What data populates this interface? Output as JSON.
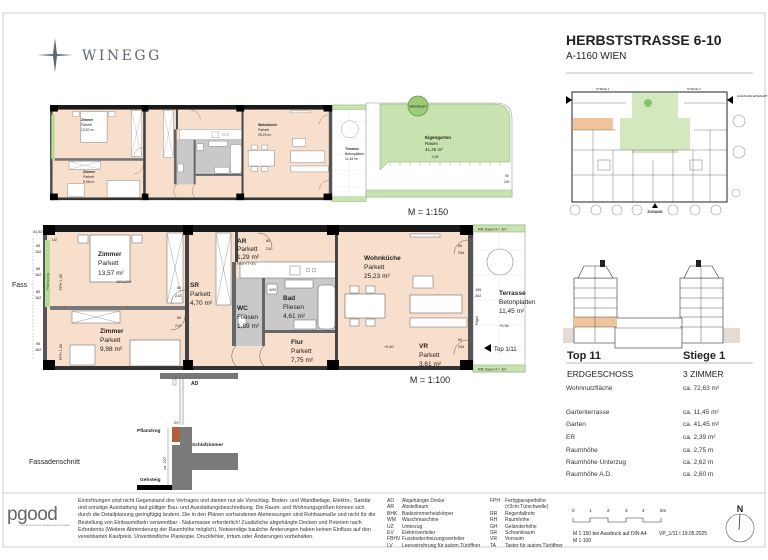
{
  "brand": {
    "name": "WINEGG"
  },
  "header": {
    "street": "HERBSTSTRASSE 6-10",
    "city": "A-1160 WIEN"
  },
  "plan_small": {
    "scale_label": "M = 1:150",
    "garden": {
      "title": "Eigengarten",
      "material": "Rasen",
      "area": "41,45 m²",
      "level": "-0,00"
    },
    "tree_label": "Eibe/Baum",
    "door_dims": [
      "90",
      "100"
    ]
  },
  "plan_large": {
    "scale_label": "M = 1:100",
    "rooms": {
      "zimmer1": {
        "name": "Zimmer",
        "material": "Parkett",
        "area": "13,57 m²",
        "bed": "180x200"
      },
      "zimmer2": {
        "name": "Zimmer",
        "material": "Parkett",
        "area": "9,98 m²"
      },
      "sr": {
        "name": "SR",
        "material": "Parkett",
        "area": "4,70 m²"
      },
      "ar": {
        "name": "AR",
        "material": "Parkett",
        "area": "1,29 m²",
        "note": "FBH+IT+EV"
      },
      "wc": {
        "name": "WC",
        "material": "Fliesen",
        "area": "1,89 m²"
      },
      "bad": {
        "name": "Bad",
        "material": "Fliesen",
        "area": "4,61 m²"
      },
      "flur": {
        "name": "Flur",
        "material": "Parkett",
        "area": "7,75 m²"
      },
      "wohnkueche": {
        "name": "Wohnküche",
        "material": "Parkett",
        "area": "25,23 m²"
      },
      "vr": {
        "name": "VR",
        "material": "Parkett",
        "area": "3,61 m²"
      },
      "terrasse": {
        "name": "Terrasse",
        "material": "Betonplatten",
        "area": "11,45 m²"
      }
    },
    "levels": {
      "inside": "+0,40",
      "terrace": "+0,38"
    },
    "fence_label": "RR  Zaun H = 1m",
    "top_marker": "Top 1/11",
    "facade_label": "Fass",
    "planting_label": "Pflanzung",
    "fph_label": "FPH 1,00",
    "rigol_label": "Rigol",
    "uz_label": "UZ",
    "wm_label": "WM",
    "bhk_label": "BHK",
    "dims": {
      "corner": "51,52",
      "left": [
        [
          "85",
          "162"
        ],
        [
          "85",
          "162"
        ],
        [
          "85",
          "162"
        ],
        [
          "95",
          "162"
        ]
      ],
      "doors": [
        [
          "80",
          "210"
        ],
        [
          "80",
          "210"
        ],
        [
          "80",
          "210"
        ],
        [
          "80",
          "210"
        ],
        [
          "80",
          "210"
        ],
        [
          "80",
          "254"
        ],
        [
          "90",
          "254"
        ],
        [
          "80",
          "210"
        ]
      ],
      "terrace_door": [
        "195",
        "262"
      ]
    }
  },
  "facade_section": {
    "title": "Fassadenschnitt",
    "labels": {
      "ad": "AD",
      "planter": "Pflanztrog",
      "bedroom": "Schlafzimmer",
      "sidewalk": "Gehsteig",
      "height": "ca. 227",
      "width": "29"
    }
  },
  "site_plan": {
    "stair1": "STIEGE 1",
    "stair2": "STIEGE 2",
    "garage": "GARAGEN EINFAHRT",
    "entrance": "ZUGANG"
  },
  "unit_info": {
    "top": "Top  11",
    "stair": "Stiege 1",
    "floor": "ERDGESCHOSS",
    "rooms": "3 ZIMMER",
    "rows": [
      {
        "label": "Wohnnutzfläche",
        "value": "ca. 72,63 m²"
      },
      {
        "label": "Gartenterrasse",
        "value": "ca.  11,45 m²"
      },
      {
        "label": "Garten",
        "value": "ca.  41,45 m²"
      },
      {
        "label": "ER",
        "value": "ca.    2,39 m²"
      },
      {
        "label": "Raumhöhe",
        "value": "ca.    2,75 m"
      },
      {
        "label": "Raumhöhe Unterzug",
        "value": "ca.    2,62 m"
      },
      {
        "label": "Raumhöhe A.D.",
        "value": "ca.    2,60 m"
      }
    ],
    "highlight_color": "#f2c49b"
  },
  "footer": {
    "logo": "pgood",
    "logo_sub": "PROJEKTENTWICKLUNG ARCHITEKTUR GMBH",
    "disclaimer": "Einrichtungen sind nicht Gegenstand des Vertrages und dienen nur als Vorschlag. Boden- und Wandbeläge, Elektro-, Sanitär und sonstige Ausstattung laut gültiger Bau- und Ausstattungsbeschreibung. Die Raum- und Wohnungsgrößen können sich durch die Detailplanung geringfügig ändern. Die in den Plänen vorhandenen Abmessungen sind Rohbaumaße und nicht für die Bestellung von Einbaumöbeln verwendbar - Naturmasse erforderlich! Zusätzliche abgehängte Decken und Poterien nach Erfordernis (Weitere Abminderung der Raumhöhe möglich). Notwendige bauliche Änderungen haben keinen Einfluss auf den vereinbarten Kaufpreis. Unverbindliche Plankopie. Druckfehler, Irrtum oder Änderungen vorbehalten.",
    "legend_col1": [
      {
        "code": "AD",
        "text": "Abgehängte Decke"
      },
      {
        "code": "AR",
        "text": "Abstellraum"
      },
      {
        "code": "BHK",
        "text": "Badezimmerheizkörper"
      },
      {
        "code": "WM",
        "text": "Waschmaschine"
      },
      {
        "code": "UZ",
        "text": "Unterzug"
      },
      {
        "code": "EV",
        "text": "Elektroverteiler"
      },
      {
        "code": "FBHV",
        "text": "Fussbodenheizungsverteiler"
      },
      {
        "code": "LV",
        "text": "Leerverrohrung für autom.Türöffner"
      }
    ],
    "legend_col2": [
      {
        "code": "FPH",
        "text": "Fertigparapethöhe"
      },
      {
        "code": "",
        "text": "(±3cm Türschwelle)"
      },
      {
        "code": "RR",
        "text": "Regenfallrohr"
      },
      {
        "code": "RH",
        "text": "Raumhöhe"
      },
      {
        "code": "GH",
        "text": "Geländerhöhe"
      },
      {
        "code": "SR",
        "text": "Schrankraum"
      },
      {
        "code": "VR",
        "text": "Vorraum"
      },
      {
        "code": "TA",
        "text": "Taster für autom.Türöffner"
      }
    ],
    "scale_bar": {
      "ticks": [
        "0",
        "1",
        "2",
        "3",
        "4",
        "5m"
      ]
    },
    "print_note": "M 1:150 bei Ausdruck auf DIN A4",
    "version": "VP_1/11 I 19.05.2025",
    "scale_note": "M 1:100",
    "north": "N"
  },
  "colors": {
    "room": "#f8dfcc",
    "wet": "#c9c9c9",
    "green": "#c9e3b0",
    "green_dark": "#8cc06b",
    "wall": "#1a1a1a",
    "brand": "#5b6873"
  }
}
